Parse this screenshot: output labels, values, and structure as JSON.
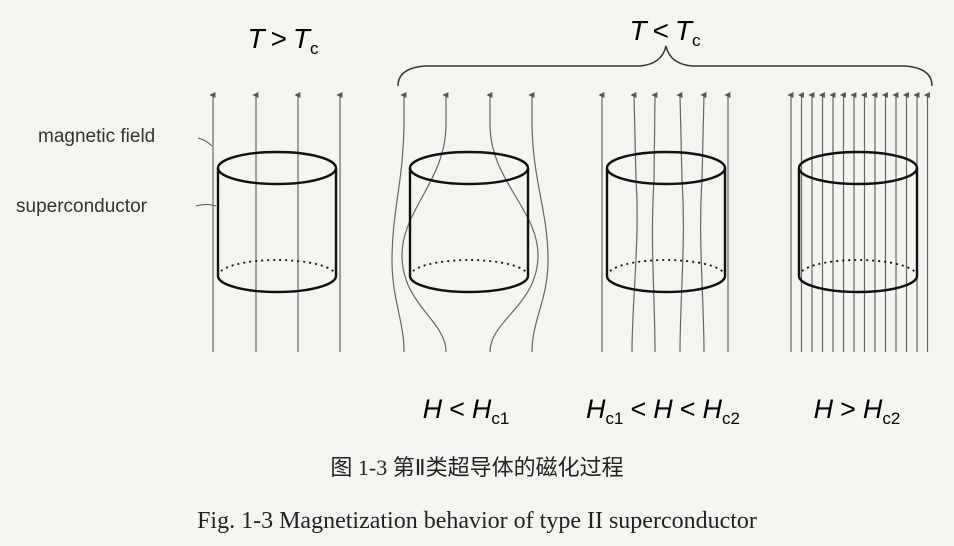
{
  "conditions": {
    "normal": {
      "T": "T",
      "op": ">",
      "Tc": "T",
      "Tc_sub": "c"
    },
    "super": {
      "T": "T",
      "op": "<",
      "Tc": "T",
      "Tc_sub": "c"
    }
  },
  "labels": {
    "magnetic_field": "magnetic field",
    "superconductor": "superconductor"
  },
  "regimes": [
    {
      "pre": "H",
      "op": "<",
      "H": "H",
      "sub": "c1"
    },
    {
      "H1": "H",
      "sub1": "c1",
      "op1": "<",
      "Hmid": "H",
      "op2": "<",
      "H2": "H",
      "sub2": "c2"
    },
    {
      "pre": "H",
      "op": ">",
      "H": "H",
      "sub": "c2"
    }
  ],
  "caption": {
    "chinese": "图 1-3  第Ⅱ类超导体的磁化过程",
    "english": "Fig. 1-3 Magnetization behavior of type II superconductor"
  },
  "colors": {
    "line": "#666666",
    "cylinder": "#111111",
    "background": "#f3f5f1"
  }
}
